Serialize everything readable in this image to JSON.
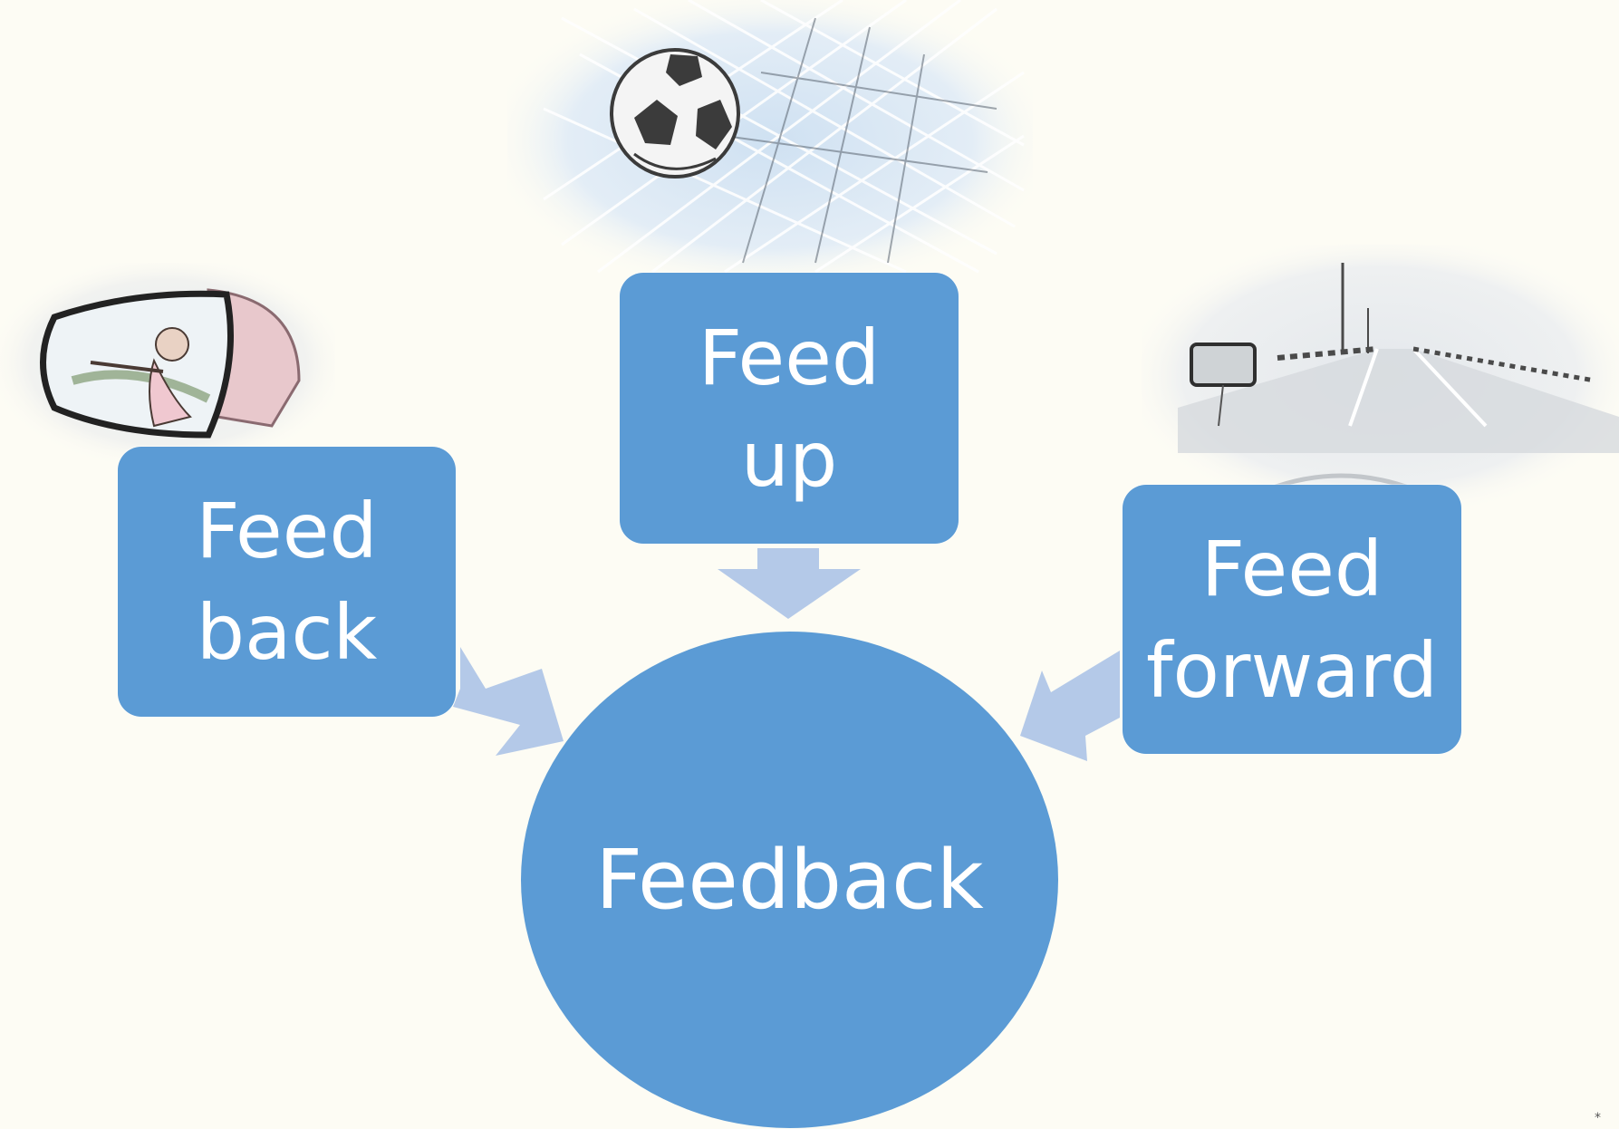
{
  "diagram": {
    "center": {
      "label": "Feedback"
    },
    "nodes": [
      {
        "id": "feed-back",
        "line1": "Feed",
        "line2": "back",
        "photo": "car-side-mirror-photo"
      },
      {
        "id": "feed-up",
        "line1": "Feed",
        "line2": "up",
        "photo": "soccer-ball-in-net-photo"
      },
      {
        "id": "feed-forward",
        "line1": "Feed",
        "line2": "forward",
        "photo": "road-ahead-with-navigation-photo"
      }
    ],
    "footnote_mark": "*"
  },
  "colors": {
    "background": "#fdfcf4",
    "node_fill": "#5b9bd5",
    "arrow_fill": "#b4c9e8",
    "text": "#ffffff"
  }
}
